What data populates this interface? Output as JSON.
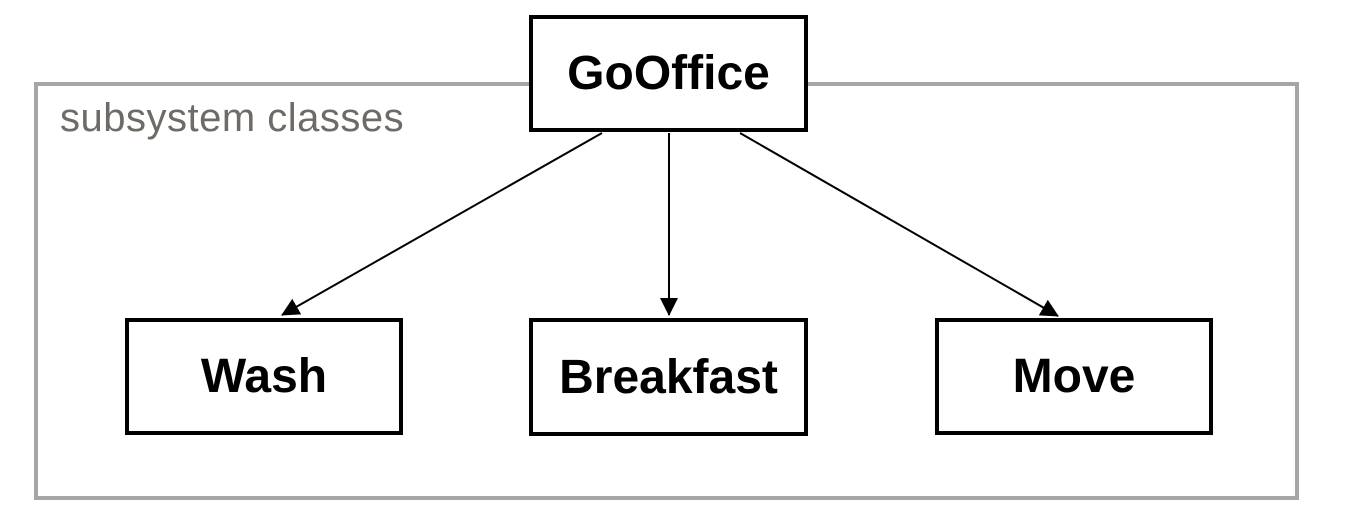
{
  "diagram": {
    "root": {
      "label": "GoOffice"
    },
    "group": {
      "label": "subsystem classes"
    },
    "subsystems": [
      {
        "id": "wash",
        "label": "Wash"
      },
      {
        "id": "breakfast",
        "label": "Breakfast"
      },
      {
        "id": "move",
        "label": "Move"
      }
    ],
    "edges": [
      {
        "from": "GoOffice",
        "to": "Wash",
        "style": "solid-line-filled-arrowhead"
      },
      {
        "from": "GoOffice",
        "to": "Breakfast",
        "style": "solid-line-filled-arrowhead"
      },
      {
        "from": "GoOffice",
        "to": "Move",
        "style": "solid-line-filled-arrowhead"
      }
    ],
    "colors": {
      "box_border": "#000000",
      "box_text": "#000000",
      "group_border": "#a6a6a6",
      "group_label_text": "#6e6a65",
      "arrow": "#000000",
      "background": "#ffffff"
    }
  }
}
